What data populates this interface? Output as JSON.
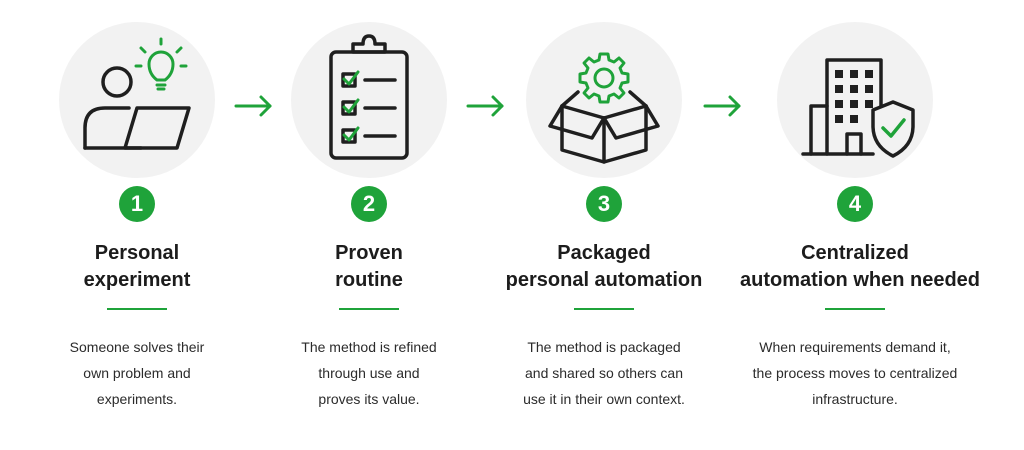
{
  "colors": {
    "accent": "#1fa33a",
    "circle_bg": "#f2f2f2",
    "ink": "#1c1c1c"
  },
  "steps": [
    {
      "number": "1",
      "icon": "person-laptop-idea-icon",
      "title_lines": [
        "Personal",
        "experiment"
      ],
      "desc_lines": [
        "Someone solves their",
        "own problem and",
        "experiments."
      ]
    },
    {
      "number": "2",
      "icon": "clipboard-checklist-icon",
      "title_lines": [
        "Proven",
        "routine"
      ],
      "desc_lines": [
        "The method is refined",
        "through use and",
        "proves its value."
      ]
    },
    {
      "number": "3",
      "icon": "box-gear-icon",
      "title_lines": [
        "Packaged",
        "personal automation"
      ],
      "desc_lines": [
        "The method is packaged",
        "and shared so others can",
        "use it in their own context."
      ]
    },
    {
      "number": "4",
      "icon": "building-shield-icon",
      "title_lines": [
        "Centralized",
        "automation when needed"
      ],
      "desc_lines": [
        "When requirements demand it,",
        "the process moves to centralized",
        "infrastructure."
      ]
    }
  ]
}
